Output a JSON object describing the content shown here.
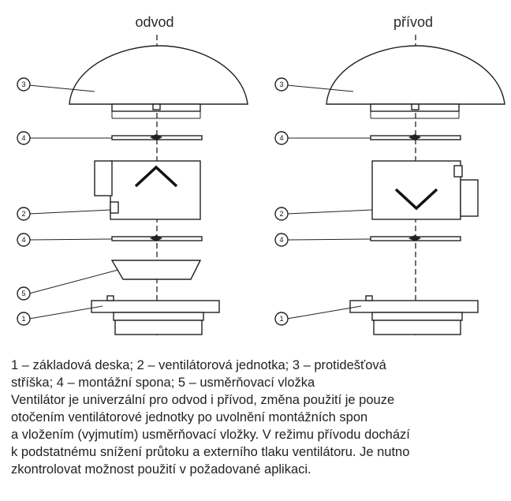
{
  "diagram": {
    "left_title": "odvod",
    "right_title": "přívod",
    "left_callouts": [
      "3",
      "4",
      "2",
      "4",
      "5",
      "1"
    ],
    "right_callouts": [
      "3",
      "4",
      "2",
      "4",
      "1"
    ]
  },
  "caption": {
    "legend_line1": "1 – základová deska; 2 – ventilátorová jednotka; 3 – protidešťová",
    "legend_line2": "stříška; 4 – montážní spona; 5 – usměrňovací vložka",
    "description_line1": "Ventilátor je univerzální pro odvod i přívod, změna použití je pouze",
    "description_line2": "otočením ventilátorové jednotky po uvolnění montážních spon",
    "description_line3": "a vložením (vyjmutím) usměrňovací vložky. V režimu přívodu dochází",
    "description_line4": "k podstatnému snížení průtoku a externího tlaku ventilátoru. Je nutno",
    "description_line5": "zkontrolovat možnost použití v požadované aplikaci."
  }
}
